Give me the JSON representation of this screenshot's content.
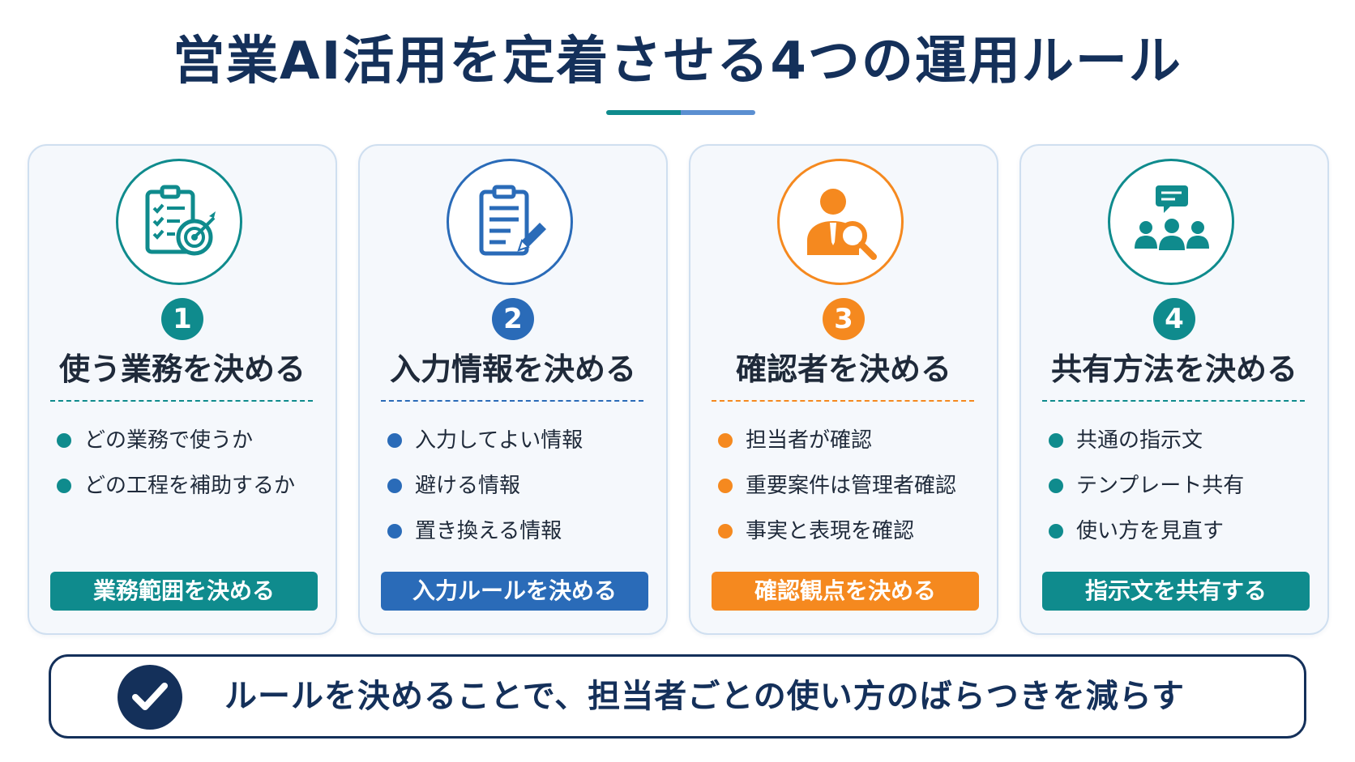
{
  "title": "営業AI活用を定着させる4つの運用ルール",
  "colors": {
    "navy": "#14305a",
    "teal": "#0f8b8d",
    "blue": "#2a6bb8",
    "orange": "#f5891f"
  },
  "cards": [
    {
      "number": "1",
      "icon": "checklist-target-icon",
      "title": "使う業務を決める",
      "bullets": [
        "どの業務で使うか",
        "どの工程を補助するか"
      ],
      "action": "業務範囲を決める",
      "color": "#0f8b8d"
    },
    {
      "number": "2",
      "icon": "clipboard-pencil-icon",
      "title": "入力情報を決める",
      "bullets": [
        "入力してよい情報",
        "避ける情報",
        "置き換える情報"
      ],
      "action": "入力ルールを決める",
      "color": "#2a6bb8"
    },
    {
      "number": "3",
      "icon": "person-magnifier-icon",
      "title": "確認者を決める",
      "bullets": [
        "担当者が確認",
        "重要案件は管理者確認",
        "事実と表現を確認"
      ],
      "action": "確認観点を決める",
      "color": "#f5891f"
    },
    {
      "number": "4",
      "icon": "group-chat-icon",
      "title": "共有方法を決める",
      "bullets": [
        "共通の指示文",
        "テンプレート共有",
        "使い方を見直す"
      ],
      "action": "指示文を共有する",
      "color": "#0f8b8d"
    }
  ],
  "footer": {
    "icon": "check-icon",
    "text": "ルールを決めることで、担当者ごとの使い方のばらつきを減らす"
  }
}
